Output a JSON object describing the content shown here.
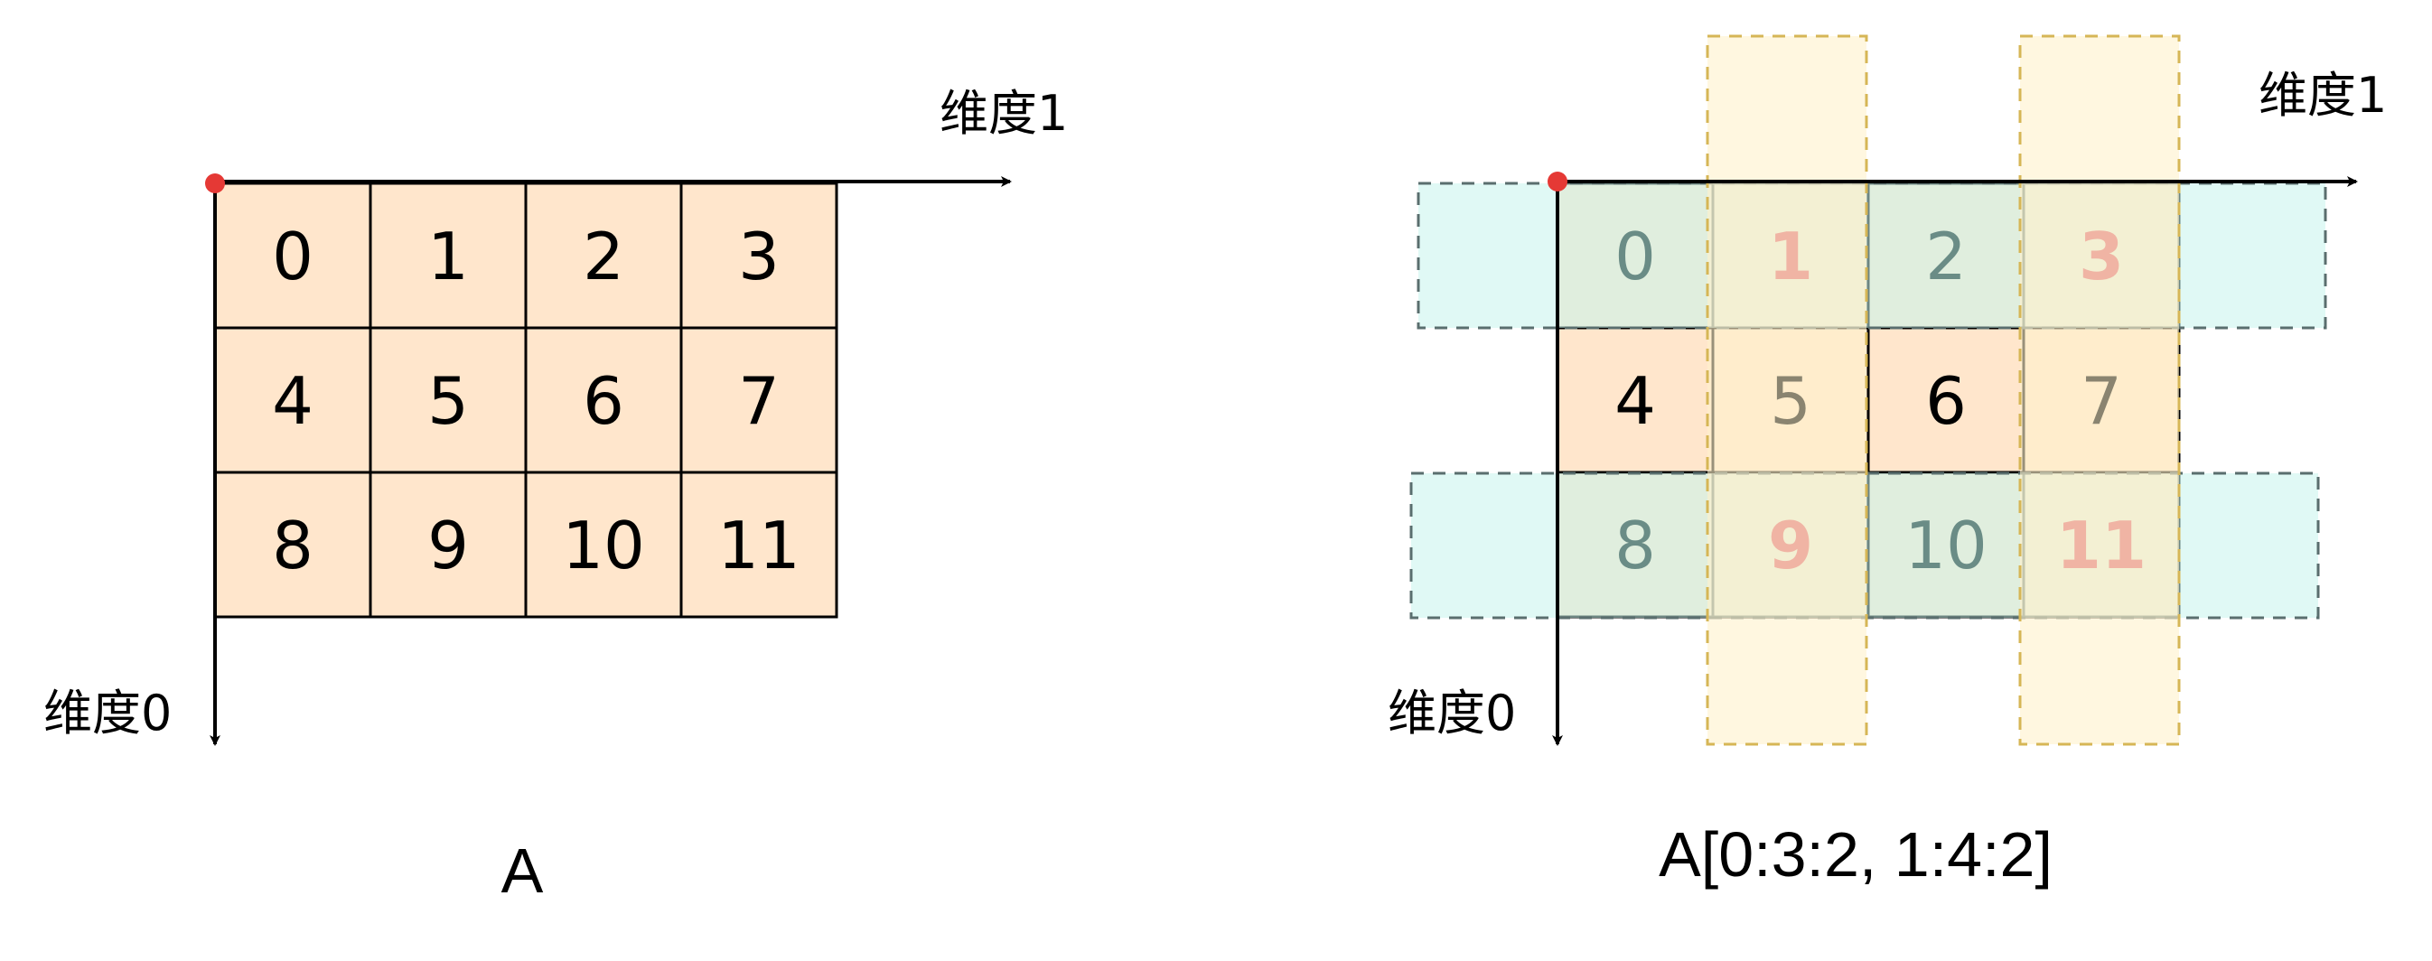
{
  "left": {
    "values": [
      "0",
      "1",
      "2",
      "3",
      "4",
      "5",
      "6",
      "7",
      "8",
      "9",
      "10",
      "11"
    ],
    "axis_x_label": "维度1",
    "axis_y_label": "维度0",
    "caption": "A"
  },
  "right": {
    "values": [
      "0",
      "1",
      "2",
      "3",
      "4",
      "5",
      "6",
      "7",
      "8",
      "9",
      "10",
      "11"
    ],
    "axis_x_label": "维度1",
    "axis_y_label": "维度0",
    "caption": "A[0:3:2, 1:4:2]",
    "selected_rows": [
      0,
      2
    ],
    "selected_cols": [
      1,
      3
    ]
  },
  "colors": {
    "cell_fill": "#ffe6cc",
    "origin_dot": "#e53935",
    "row_band": "#cdf5ee",
    "row_band_border": "#5a6e6e",
    "col_band": "#fff2cc",
    "col_band_border": "#d6b656",
    "intersection_text": "#f0b4a4",
    "row_text": "#6a8c86",
    "col_text": "#8a8470"
  }
}
